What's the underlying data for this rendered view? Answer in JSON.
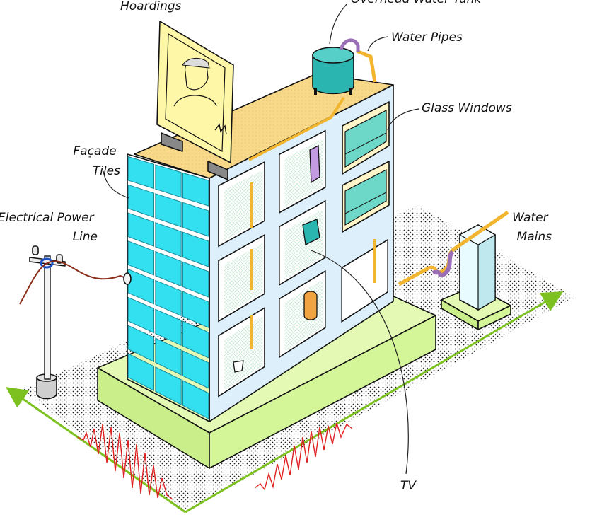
{
  "labels": {
    "hoardings": "Hoardings",
    "overhead_tank": "Overhead Water Tank",
    "water_pipes": "Water Pipes",
    "glass_windows": "Glass Windows",
    "facade_tiles_line1": "Façade",
    "facade_tiles_line2": "Tiles",
    "power_line_1": "Electrical Power",
    "power_line_2": "Line",
    "water_mains_1": "Water",
    "water_mains_2": "Mains",
    "tv": "TV"
  },
  "colors": {
    "roof": "#F8D889",
    "front_wall": "#DDEFFB",
    "facade_tile": "#33E0F0",
    "foundation": "#D4F598",
    "ground_arrow": "#7CC11F",
    "seismic_wave": "#E02020",
    "pipe": "#F2B530",
    "glass": "#6ED8C8",
    "tank": "#2BB5B0",
    "cable": "#8B2E1A",
    "billboard": "#FFF7A8"
  }
}
